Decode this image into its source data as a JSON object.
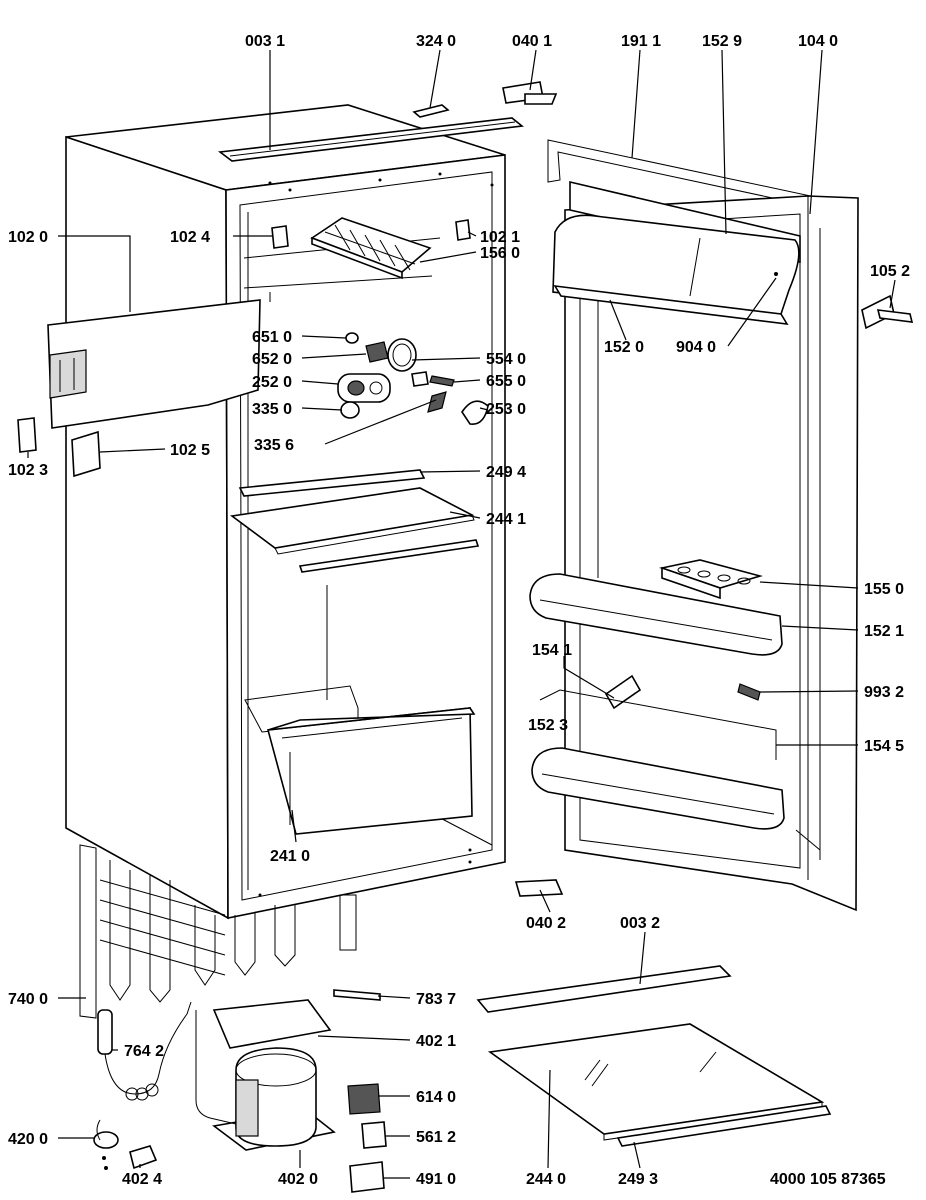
{
  "callouts": [
    {
      "id": "c1",
      "text": "003 1"
    },
    {
      "id": "c2",
      "text": "324 0"
    },
    {
      "id": "c3",
      "text": "040 1"
    },
    {
      "id": "c4",
      "text": "191 1"
    },
    {
      "id": "c5",
      "text": "152 9"
    },
    {
      "id": "c6",
      "text": "104 0"
    },
    {
      "id": "c7",
      "text": "102 0"
    },
    {
      "id": "c8",
      "text": "102 4"
    },
    {
      "id": "c9",
      "text": "102 1"
    },
    {
      "id": "c10",
      "text": "156 0"
    },
    {
      "id": "c11",
      "text": "105 2"
    },
    {
      "id": "c12",
      "text": "152 0"
    },
    {
      "id": "c13",
      "text": "904 0"
    },
    {
      "id": "c14",
      "text": "651 0"
    },
    {
      "id": "c15",
      "text": "652 0"
    },
    {
      "id": "c16",
      "text": "554 0"
    },
    {
      "id": "c17",
      "text": "252 0"
    },
    {
      "id": "c18",
      "text": "655 0"
    },
    {
      "id": "c19",
      "text": "335 0"
    },
    {
      "id": "c20",
      "text": "253 0"
    },
    {
      "id": "c21",
      "text": "335 6"
    },
    {
      "id": "c22",
      "text": "102 5"
    },
    {
      "id": "c23",
      "text": "102 3"
    },
    {
      "id": "c24",
      "text": "249 4"
    },
    {
      "id": "c25",
      "text": "244 1"
    },
    {
      "id": "c26",
      "text": "155 0"
    },
    {
      "id": "c27",
      "text": "152 1"
    },
    {
      "id": "c28",
      "text": "154 1"
    },
    {
      "id": "c29",
      "text": "993 2"
    },
    {
      "id": "c30",
      "text": "152 3"
    },
    {
      "id": "c31",
      "text": "154 5"
    },
    {
      "id": "c32",
      "text": "241 0"
    },
    {
      "id": "c33",
      "text": "040 2"
    },
    {
      "id": "c34",
      "text": "003 2"
    },
    {
      "id": "c35",
      "text": "740 0"
    },
    {
      "id": "c36",
      "text": "783 7"
    },
    {
      "id": "c37",
      "text": "764 2"
    },
    {
      "id": "c38",
      "text": "402 1"
    },
    {
      "id": "c39",
      "text": "614 0"
    },
    {
      "id": "c40",
      "text": "420 0"
    },
    {
      "id": "c41",
      "text": "561 2"
    },
    {
      "id": "c42",
      "text": "402 4"
    },
    {
      "id": "c43",
      "text": "402 0"
    },
    {
      "id": "c44",
      "text": "491 0"
    },
    {
      "id": "c45",
      "text": "244 0"
    },
    {
      "id": "c46",
      "text": "249 3"
    }
  ],
  "drawing_number": "4000 105 87365"
}
